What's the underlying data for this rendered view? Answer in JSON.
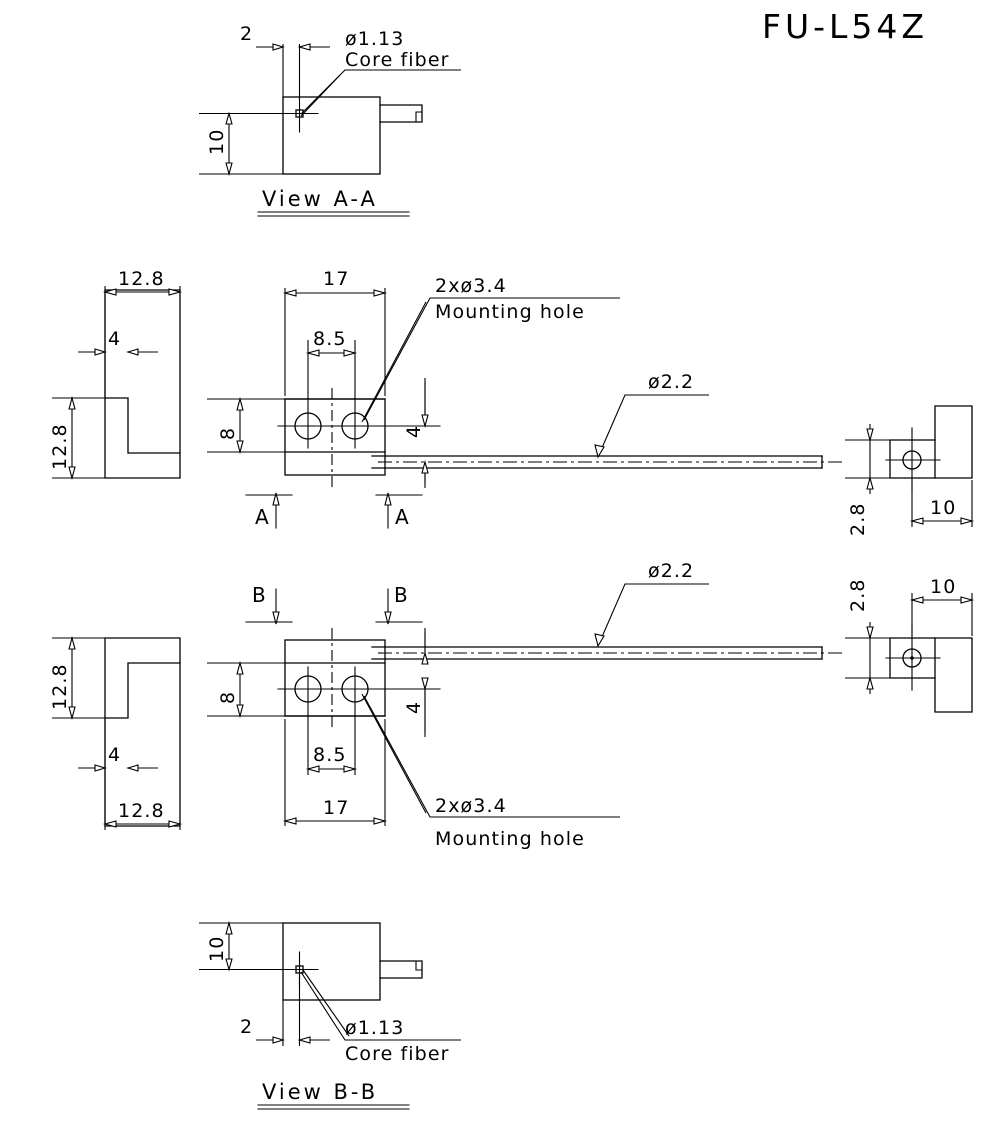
{
  "drawing": {
    "title": "FU-L54Z",
    "views": {
      "view_aa_label": "View A-A",
      "view_bb_label": "View B-B"
    },
    "section_marks": {
      "a_left": "A",
      "a_right": "A",
      "b_left": "B",
      "b_right": "B"
    },
    "notes": {
      "core_fiber": "Core fiber",
      "mounting_hole": "Mounting hole"
    },
    "dimensions": {
      "core_dia": "ø1.13",
      "offset_2": "2",
      "height_10": "10",
      "width_17": "17",
      "hole_pitch_8_5": "8.5",
      "body_height_8": "8",
      "edge_4": "4",
      "bracket_12_8_w": "12.8",
      "bracket_12_8_h": "12.8",
      "bracket_4": "4",
      "cable_dia": "ø2.2",
      "mount_hole_dia": "2xø3.4",
      "side_2_8": "2.8",
      "side_10": "10"
    }
  },
  "colors": {
    "line": "#000000",
    "background": "#ffffff"
  }
}
